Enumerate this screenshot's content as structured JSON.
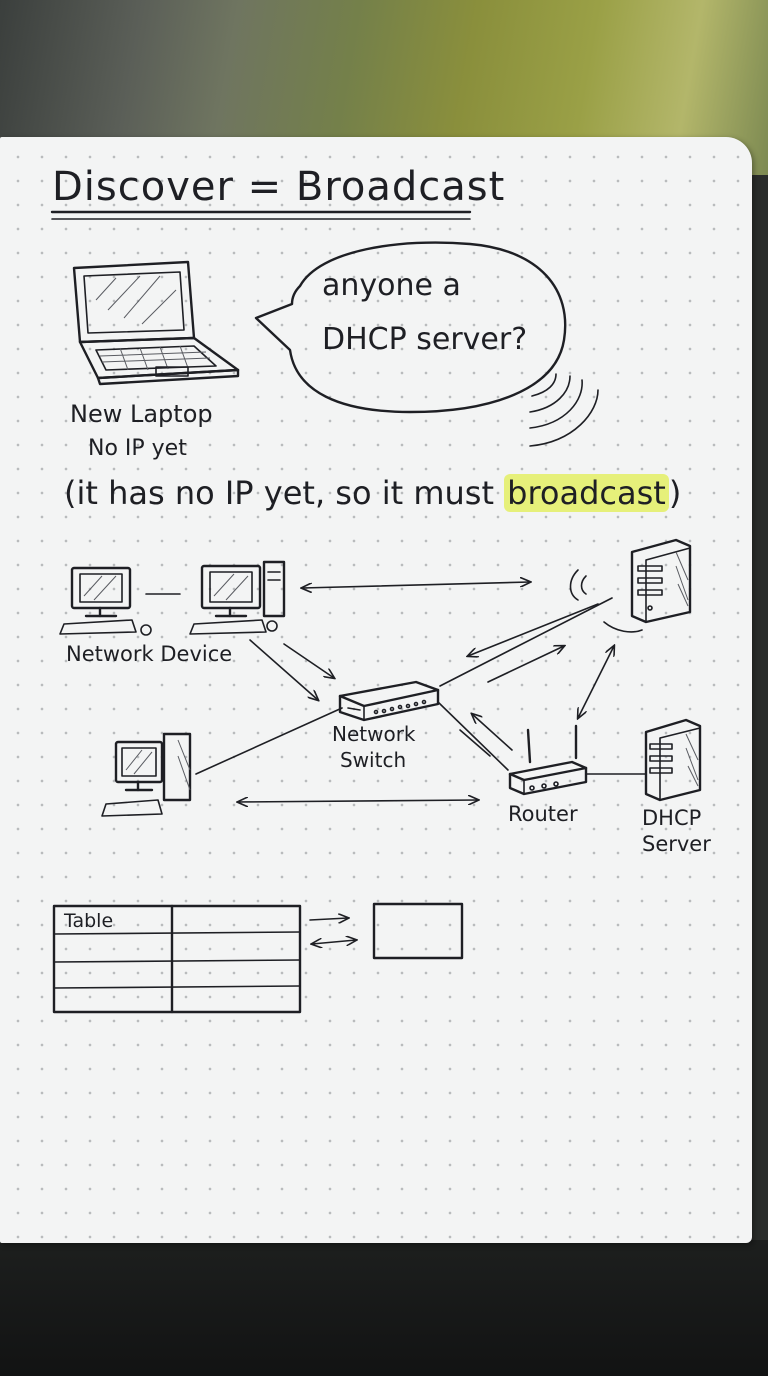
{
  "title": "Discover = Broadcast",
  "speech_bubble": {
    "line1": "anyone a",
    "line2": "DHCP server?"
  },
  "laptop_label": {
    "line1": "New Laptop",
    "line2": "No IP yet"
  },
  "note": {
    "before": "(it has no IP yet, so it must ",
    "highlight": "broadcast",
    "after": ")"
  },
  "labels": {
    "network_device": "Network Device",
    "network_switch_1": "Network",
    "network_switch_2": "Switch",
    "router": "Router",
    "dhcp_server_1": "DHCP",
    "dhcp_server_2": "Server"
  },
  "table": {
    "header": "Table"
  },
  "colors": {
    "ink": "#1e1f24",
    "paper": "#f3f4f4",
    "highlight": "#e6f07a"
  }
}
